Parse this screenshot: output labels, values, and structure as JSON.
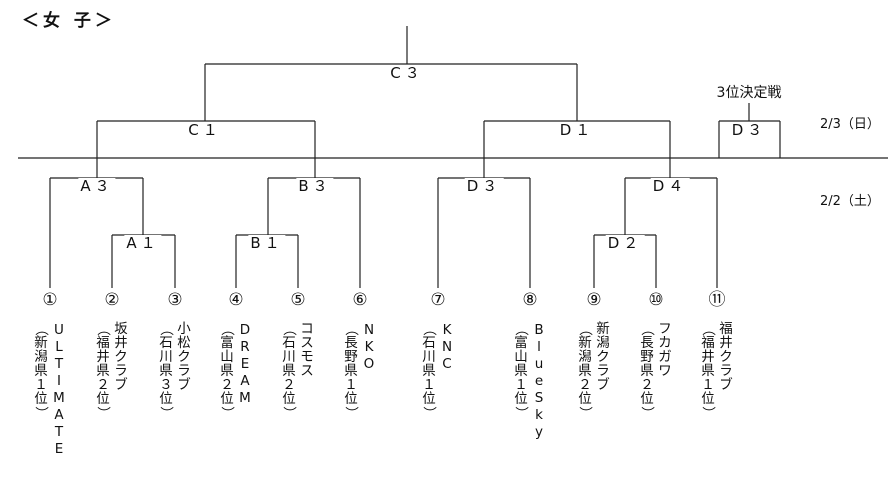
{
  "title": "＜女 子＞",
  "dates": {
    "upper": "2/3（日）",
    "lower": "2/2（土）"
  },
  "third_place_label": "3位決定戦",
  "matches": {
    "A1": "A１",
    "A3": "A３",
    "B1": "B１",
    "B3": "B３",
    "C1": "C１",
    "D1": "D１",
    "D2": "D２",
    "D3a": "D３",
    "D4": "D４",
    "C3": "C３",
    "D3b": "D３"
  },
  "entries": [
    {
      "num": "①",
      "team": "ULTIMATE",
      "pref": "（新潟県１位）"
    },
    {
      "num": "②",
      "team": "坂井クラブ",
      "pref": "（福井県２位）"
    },
    {
      "num": "③",
      "team": "小松クラブ",
      "pref": "（石川県３位）"
    },
    {
      "num": "④",
      "team": "DREAM",
      "pref": "（富山県２位）"
    },
    {
      "num": "⑤",
      "team": "コスモス",
      "pref": "（石川県２位）"
    },
    {
      "num": "⑥",
      "team": "NKO",
      "pref": "（長野県１位）"
    },
    {
      "num": "⑦",
      "team": "KNC",
      "pref": "（石川県１位）"
    },
    {
      "num": "⑧",
      "team": "BlueSky",
      "pref": "（富山県１位）"
    },
    {
      "num": "⑨",
      "team": "新潟クラブ",
      "pref": "（新潟県２位）"
    },
    {
      "num": "⑩",
      "team": "フカガワ",
      "pref": "（長野県２位）"
    },
    {
      "num": "⑪",
      "team": "福井クラブ",
      "pref": "（福井県１位）"
    }
  ]
}
